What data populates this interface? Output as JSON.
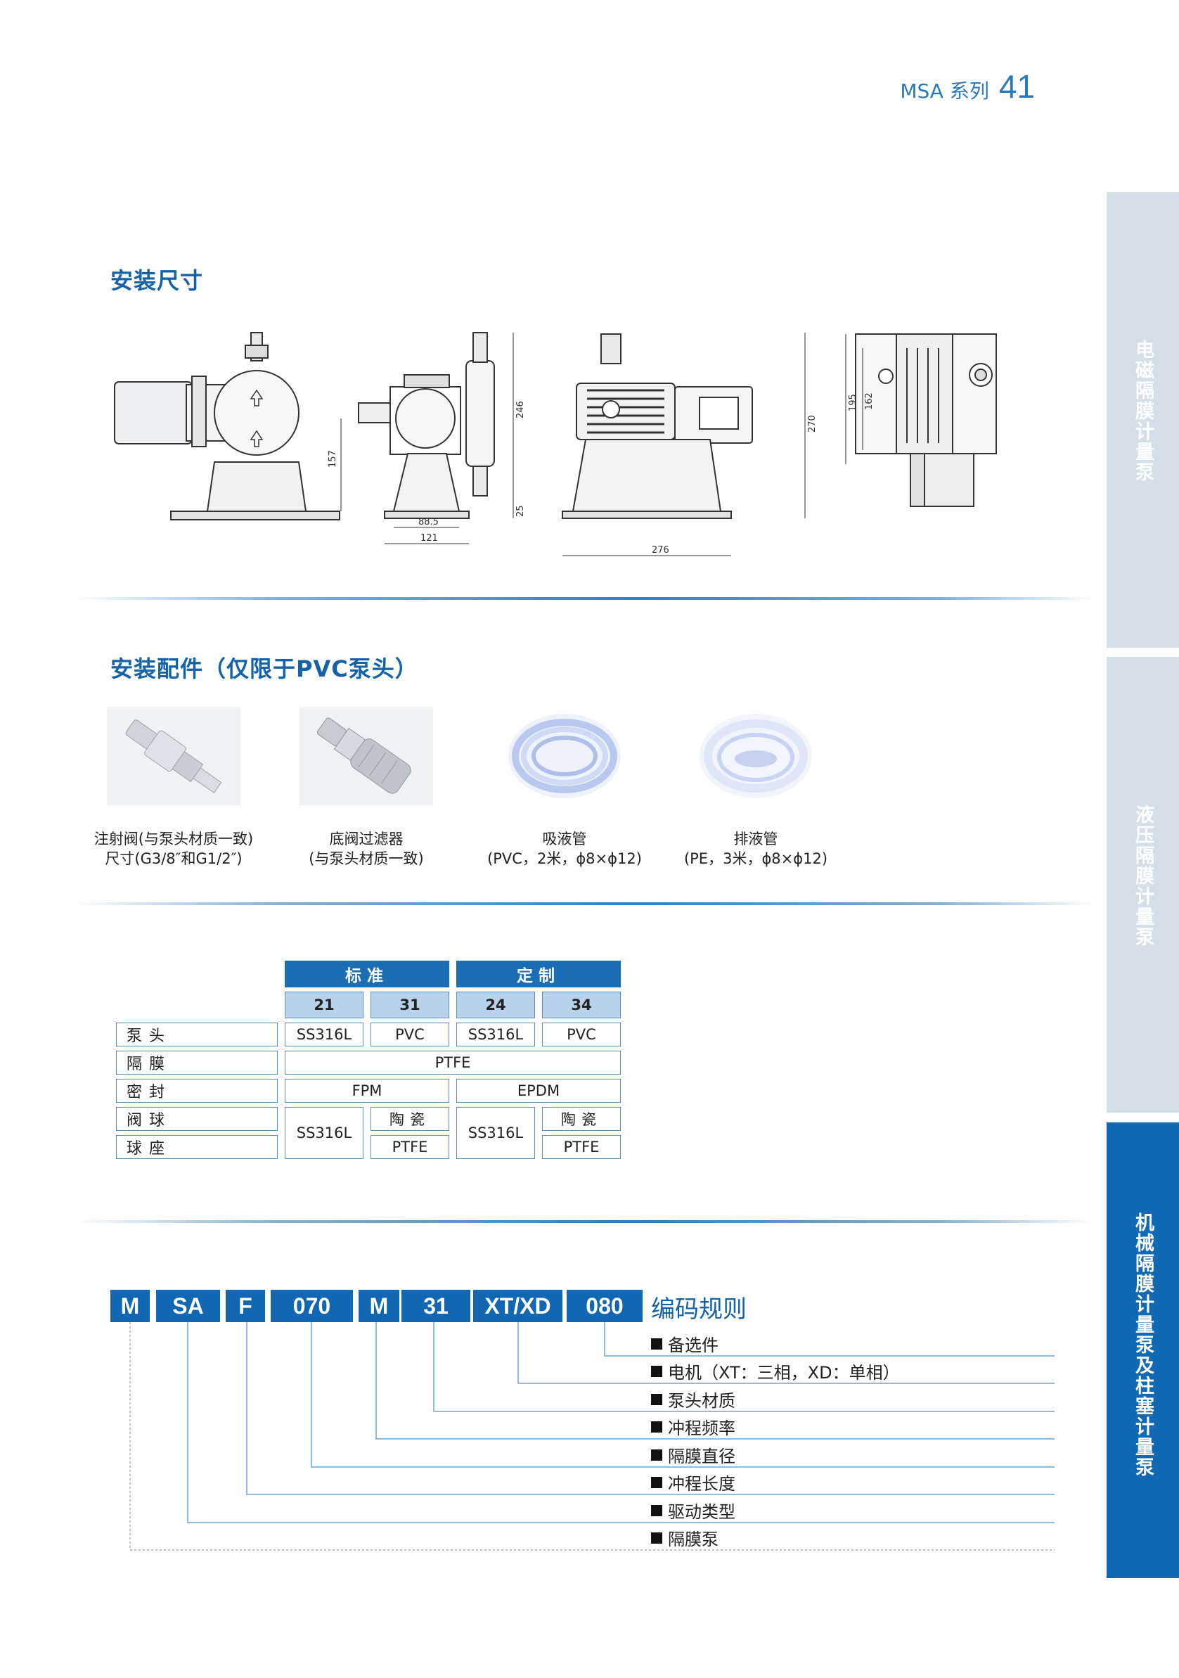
{
  "header": {
    "series": "MSA 系列",
    "page_number": "41"
  },
  "side_tabs": [
    {
      "label": "电磁隔膜计量泵",
      "active": false
    },
    {
      "label": "液压隔膜计量泵",
      "active": false
    },
    {
      "label": "机械隔膜计量泵及柱塞计量泵",
      "active": true
    }
  ],
  "section_install_dims": {
    "title": "安装尺寸",
    "dims": [
      "157",
      "246",
      "88.5",
      "121",
      "25",
      "270",
      "276",
      "195",
      "162"
    ]
  },
  "section_accessories": {
    "title": "安装配件（仅限于PVC泵头）",
    "items": [
      {
        "line1": "注射阀(与泵头材质一致)",
        "line2": "尺寸(G3/8″和G1/2″)"
      },
      {
        "line1": "底阀过滤器",
        "line2": "(与泵头材质一致)"
      },
      {
        "line1": "吸液管",
        "line2": "(PVC，2米，ϕ8×ϕ12)"
      },
      {
        "line1": "排液管",
        "line2": "(PE，3米，ϕ8×ϕ12)"
      }
    ]
  },
  "materials_table": {
    "group_standard": "标准",
    "group_custom": "定制",
    "codes": [
      "21",
      "31",
      "24",
      "34"
    ],
    "rows": {
      "pump_head": {
        "label": "泵头",
        "values": [
          "SS316L",
          "PVC",
          "SS316L",
          "PVC"
        ]
      },
      "diaphragm": {
        "label": "隔膜",
        "value": "PTFE"
      },
      "seal": {
        "label": "密封",
        "standard": "FPM",
        "custom": "EPDM"
      },
      "valve_ball": {
        "label": "阀球",
        "ss_standard": "SS316L",
        "v31": "陶瓷",
        "ss_custom": "SS316L",
        "v34": "陶瓷"
      },
      "ball_seat": {
        "label": "球座",
        "v31": "PTFE",
        "v34": "PTFE"
      }
    }
  },
  "coding_rule": {
    "title": "编码规则",
    "codes": [
      "M",
      "SA",
      "F",
      "070",
      "M",
      "31",
      "XT/XD",
      "080"
    ],
    "legend": [
      "备选件",
      "电机（XT：三相，XD：单相）",
      "泵头材质",
      "冲程频率",
      "隔膜直径",
      "冲程长度",
      "驱动类型",
      "隔膜泵"
    ]
  }
}
